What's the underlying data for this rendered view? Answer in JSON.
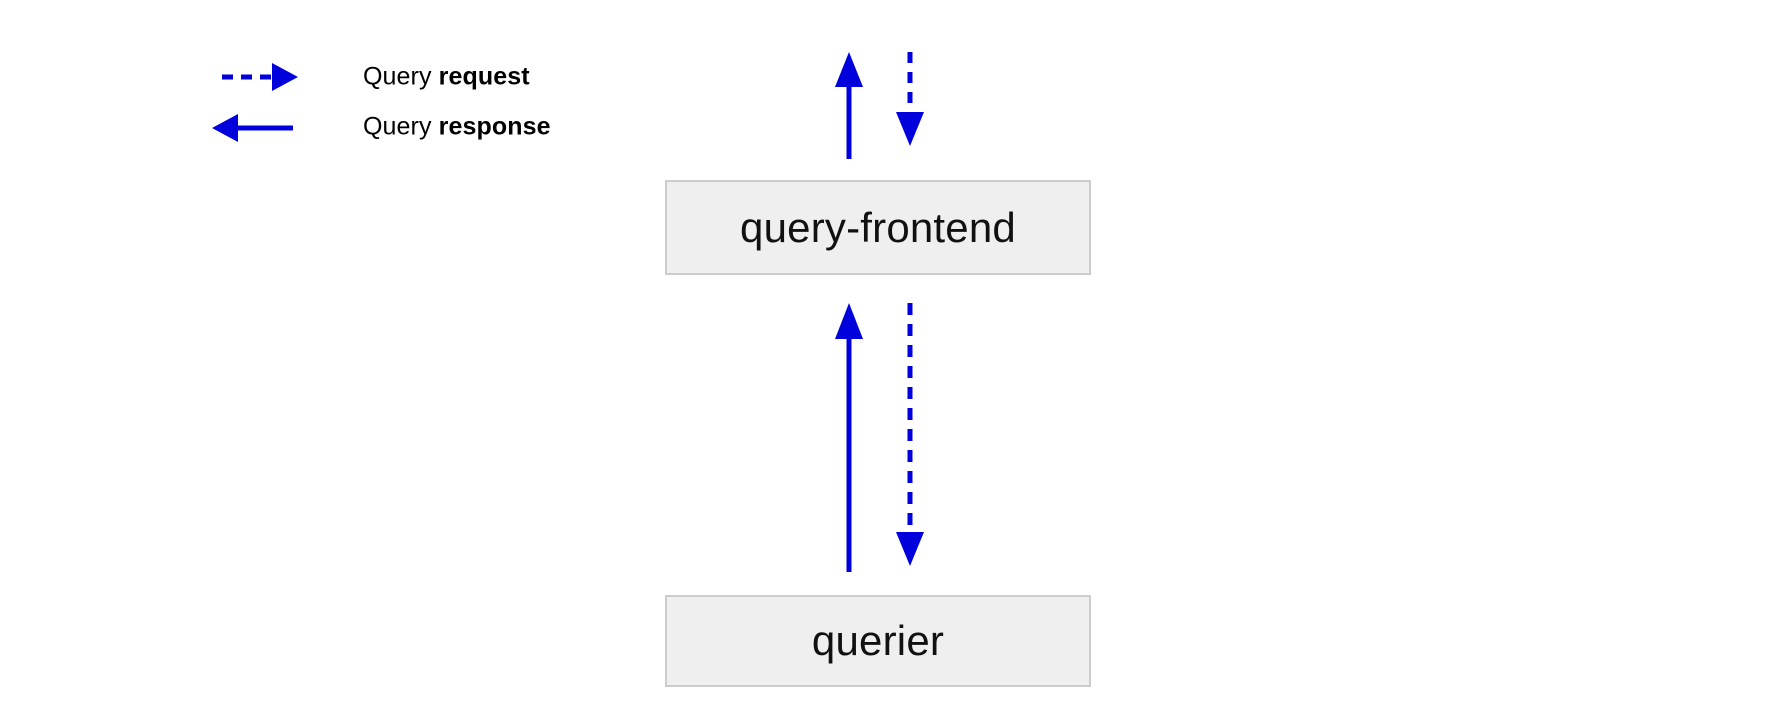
{
  "diagram": {
    "type": "architecture-flow",
    "background_color": "#ffffff",
    "accent_color": "#0000dd",
    "node_fill": "#efefef",
    "node_border": "#cccccc",
    "legend": {
      "items": [
        {
          "glyph": "dashed-arrow-right-icon",
          "style": "dashed",
          "direction": "right",
          "label_prefix": "Query ",
          "label_emphasis": "request",
          "label_full": "Query request"
        },
        {
          "glyph": "solid-arrow-left-icon",
          "style": "solid",
          "direction": "left",
          "label_prefix": "Query ",
          "label_emphasis": "response",
          "label_full": "Query response"
        }
      ]
    },
    "nodes": [
      {
        "id": "query-frontend",
        "label": "query-frontend"
      },
      {
        "id": "querier",
        "label": "querier"
      }
    ],
    "edges": [
      {
        "id": "ingress-request",
        "from": "external",
        "to": "query-frontend",
        "style": "dashed",
        "direction": "down",
        "kind": "Query request"
      },
      {
        "id": "egress-response",
        "from": "query-frontend",
        "to": "external",
        "style": "solid",
        "direction": "up",
        "kind": "Query response"
      },
      {
        "id": "frontend-to-querier-request",
        "from": "query-frontend",
        "to": "querier",
        "style": "dashed",
        "direction": "down",
        "kind": "Query request"
      },
      {
        "id": "querier-to-frontend-response",
        "from": "querier",
        "to": "query-frontend",
        "style": "solid",
        "direction": "up",
        "kind": "Query response"
      }
    ]
  }
}
